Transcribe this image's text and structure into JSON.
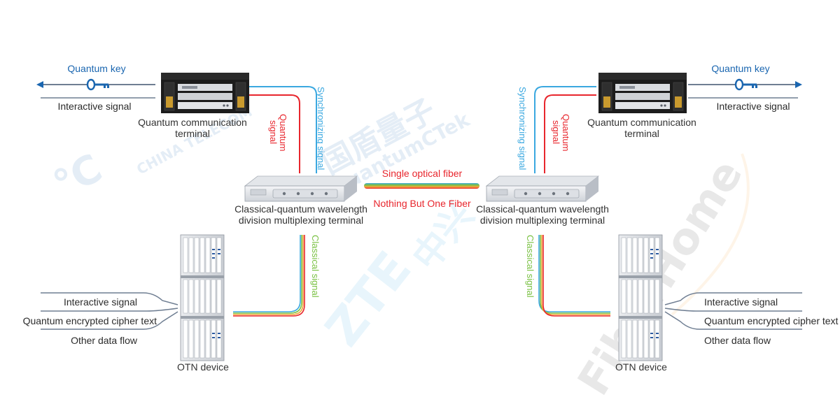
{
  "colors": {
    "quantum": "#e8262d",
    "sync": "#3aa8e0",
    "classical": "#7ac143",
    "key": "#1a66b0",
    "line": "#6f7e92"
  },
  "left": {
    "quantum_key": "Quantum key",
    "interactive_signal_top": "Interactive signal",
    "qct_line1": "Quantum communication",
    "qct_line2": "terminal",
    "quantum_signal_line1": "Quantum",
    "quantum_signal_line2": "signal",
    "sync_signal": "Synchronizing signal",
    "wdm_line1": "Classical-quantum wavelength",
    "wdm_line2": "division multiplexing terminal",
    "classical_signal": "Classical signal",
    "interactive_signal": "Interactive signal",
    "cipher_text": "Quantum encrypted cipher text",
    "other_data": "Other data flow",
    "otn": "OTN device"
  },
  "right": {
    "quantum_key": "Quantum key",
    "interactive_signal_top": "Interactive signal",
    "qct_line1": "Quantum communication",
    "qct_line2": "terminal",
    "quantum_signal_line1": "Quantum",
    "quantum_signal_line2": "signal",
    "sync_signal": "Synchronizing signal",
    "wdm_line1": "Classical-quantum wavelength",
    "wdm_line2": "division multiplexing terminal",
    "classical_signal": "Classical signal",
    "interactive_signal": "Interactive signal",
    "cipher_text": "Quantum encrypted cipher text",
    "other_data": "Other data flow",
    "otn": "OTN device"
  },
  "center": {
    "fiber_top": "Single optical fiber",
    "fiber_bottom": "Nothing But One Fiber"
  },
  "watermarks": {
    "china_telecom": "CHINA TELECOM",
    "quantumctek_cn": "国盾量子",
    "quantumctek_en": "QuantumCTek",
    "zte_en": "ZTE",
    "zte_cn": "中兴",
    "fiberhome": "FiberHome"
  }
}
